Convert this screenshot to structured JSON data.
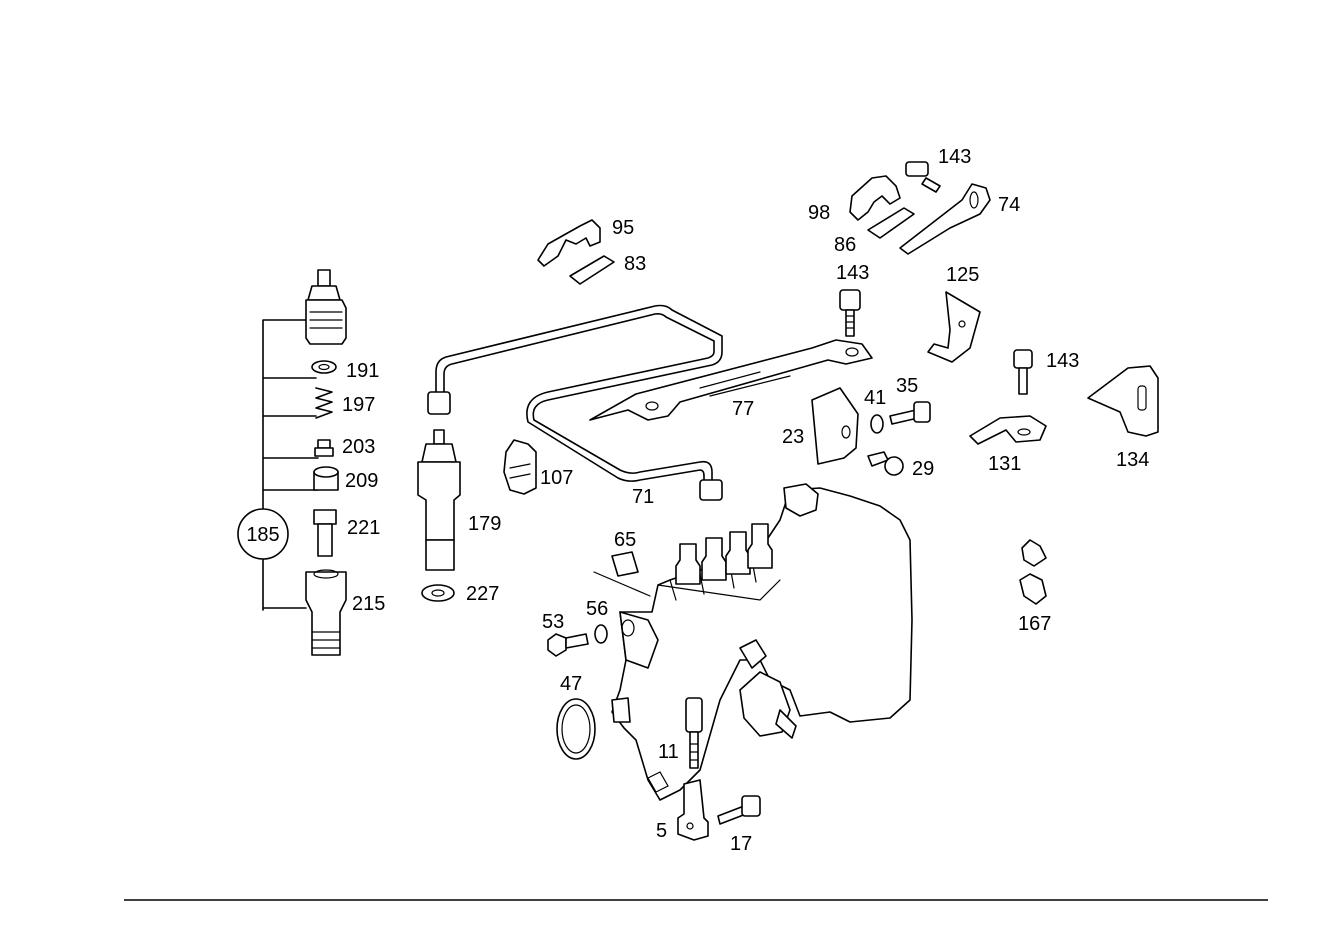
{
  "labels": {
    "p5": "5",
    "p11": "11",
    "p17": "17",
    "p23": "23",
    "p29": "29",
    "p35": "35",
    "p41": "41",
    "p47": "47",
    "p53": "53",
    "p56": "56",
    "p65": "65",
    "p71": "71",
    "p74": "74",
    "p77": "77",
    "p83": "83",
    "p86": "86",
    "p95": "95",
    "p98": "98",
    "p107": "107",
    "p125": "125",
    "p131": "131",
    "p134": "134",
    "p143a": "143",
    "p143b": "143",
    "p143c": "143",
    "p167": "167",
    "p179": "179",
    "p185": "185",
    "p191": "191",
    "p197": "197",
    "p203": "203",
    "p209": "209",
    "p215": "215",
    "p221": "221",
    "p227": "227"
  }
}
